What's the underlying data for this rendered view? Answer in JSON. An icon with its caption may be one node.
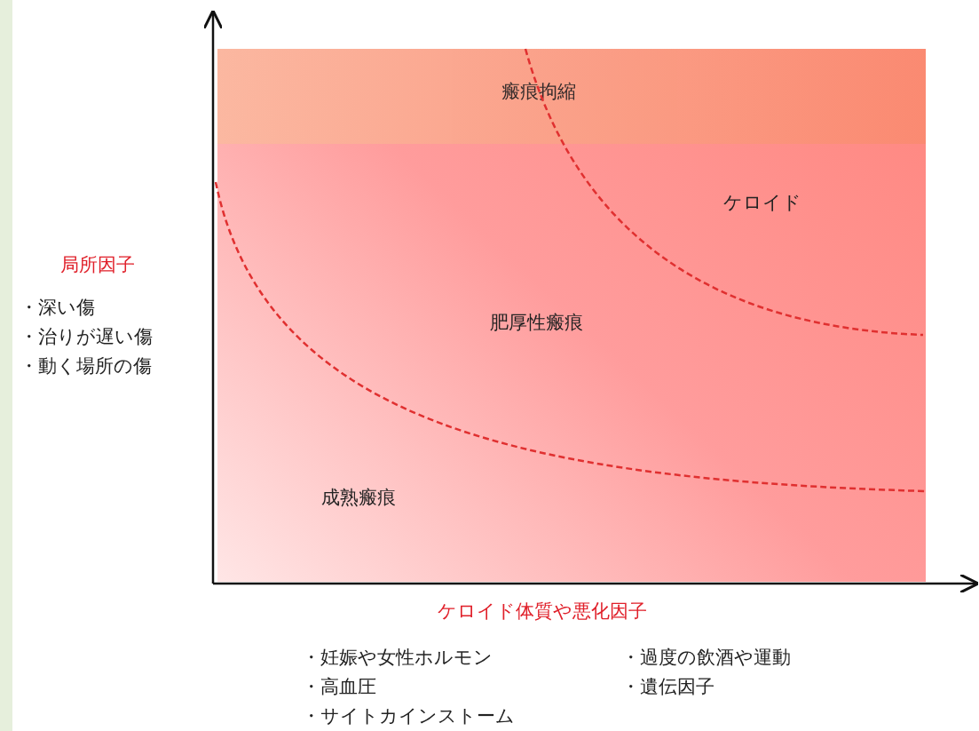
{
  "diagram": {
    "nodes": [
      {
        "text": [
          "瘢痕拘縮"
        ]
      }
    ],
    "labels": [
      "ケロイド",
      "局所因子",
      "・深い傷",
      "・治りが遅い傷",
      "・動く場所の傷",
      "肥厚性瘢痕",
      "成熟瘢痕",
      "ケロイド体質や悪化因子",
      "・妊娠や女性ホルモン",
      "・過度の飲酒や運動",
      "・高血圧",
      "・遺伝因子",
      "・サイトカインストーム"
    ]
  }
}
